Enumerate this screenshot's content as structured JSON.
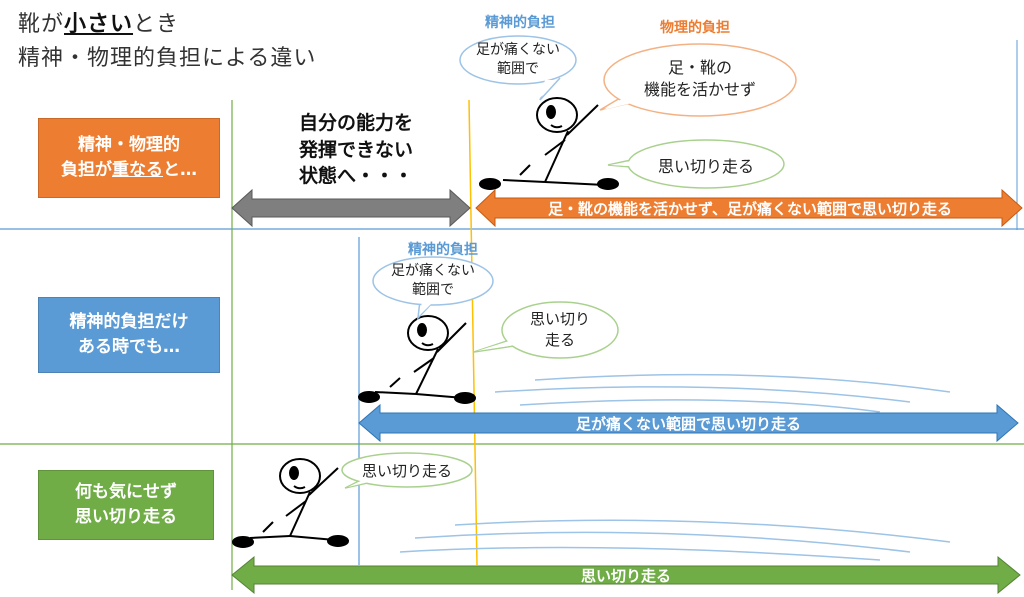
{
  "title": {
    "line1_pre": "靴が",
    "line1_em": "小さい",
    "line1_post": "とき",
    "line2": "精神・物理的負担による違い"
  },
  "colors": {
    "orange": "#ed7d31",
    "blue": "#5b9bd5",
    "green": "#70ad47",
    "gray": "#7f7f7f",
    "yellow": "#ffc000",
    "bubble_blue": "#9dc3e6",
    "bubble_orange": "#f4b183",
    "bubble_green": "#a9d18e"
  },
  "rows": [
    {
      "label_pre": "精神・物理的",
      "label_mid_pre": "負担が",
      "label_em": "重なる",
      "label_post": "と…",
      "stuck_text_1": "自分の能力を",
      "stuck_text_2": "発揮できない",
      "stuck_text_3": "状態へ・・・",
      "mental_burden": "精神的負担",
      "physical_burden": "物理的負担",
      "bubble_mental_1": "足が痛くない",
      "bubble_mental_2": "範囲で",
      "bubble_physical_1": "足・靴の",
      "bubble_physical_2": "機能を活かせず",
      "bubble_run": "思い切り走る",
      "arrow_text": "足・靴の機能を活かせず、足が痛くない範囲で思い切り走る"
    },
    {
      "label_1": "精神的負担だけ",
      "label_2": "ある時でも…",
      "mental_burden": "精神的負担",
      "bubble_mental_1": "足が痛くない",
      "bubble_mental_2": "範囲で",
      "bubble_run_1": "思い切り",
      "bubble_run_2": "走る",
      "arrow_text": "足が痛くない範囲で思い切り走る"
    },
    {
      "label_1": "何も気にせず",
      "label_2": "思い切り走る",
      "bubble_run": "思い切り走る",
      "arrow_text": "思い切り走る"
    }
  ]
}
